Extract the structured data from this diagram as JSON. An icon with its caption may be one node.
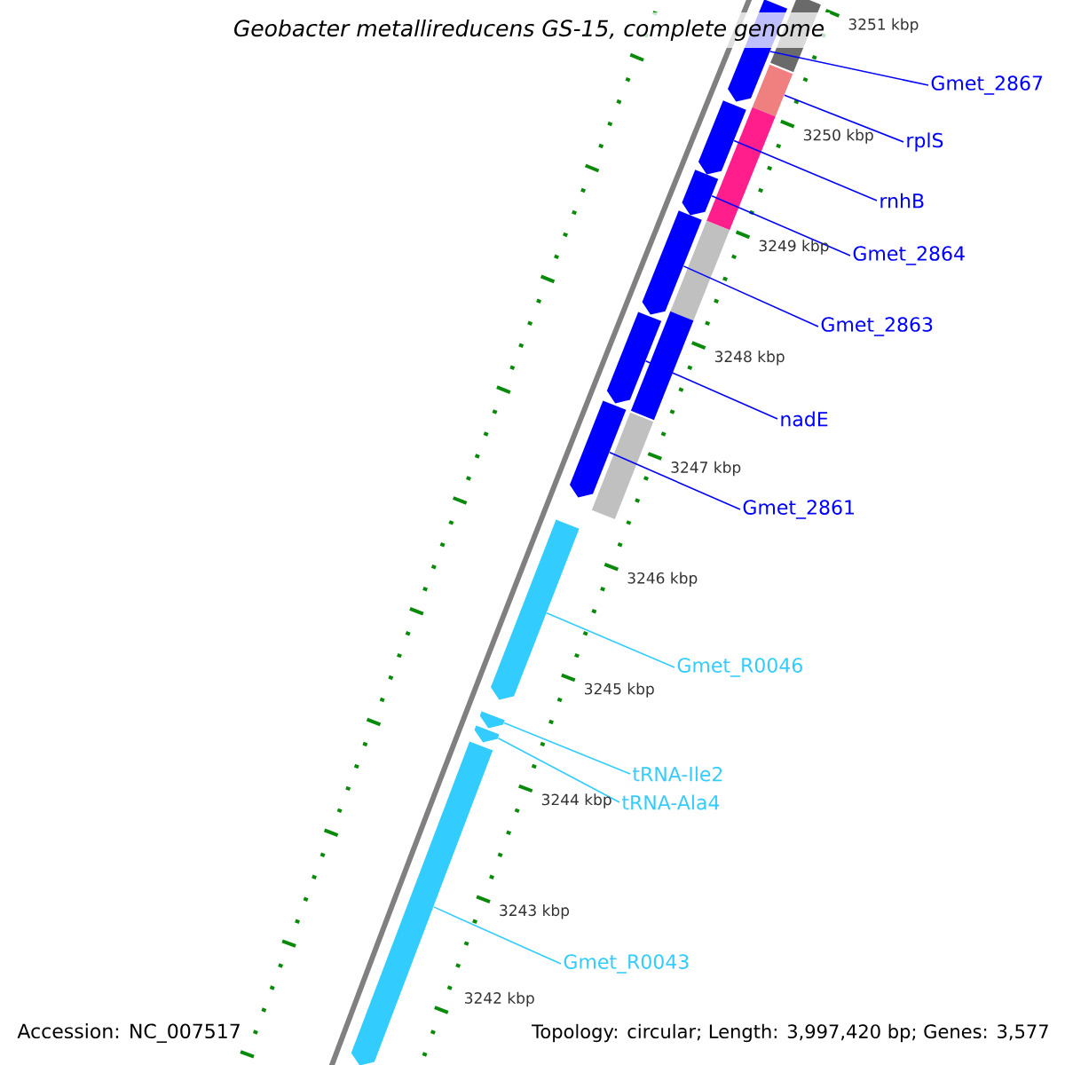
{
  "diagram": {
    "title": "Geobacter metallireducens GS-15, complete genome",
    "nodes": [
      {
        "text": [],
        "shape": "pointed-bar"
      },
      {
        "text": [],
        "shape": "bar"
      },
      {
        "text": [],
        "shape": "bar"
      },
      {
        "text": [],
        "shape": "pointed-bar"
      },
      {
        "text": [],
        "shape": "bar"
      },
      {
        "text": [],
        "shape": "pointed-bar"
      },
      {
        "text": [],
        "shape": "pointed-bar"
      },
      {
        "text": [],
        "shape": "bar"
      },
      {
        "text": [],
        "shape": "pointed-bar"
      },
      {
        "text": [],
        "shape": "bar"
      },
      {
        "text": [],
        "shape": "pointed-bar"
      },
      {
        "text": [],
        "shape": "bar"
      },
      {
        "text": [],
        "shape": "pointed-bar"
      },
      {
        "text": [],
        "shape": "pointed-bar"
      },
      {
        "text": [],
        "shape": "pointed-bar"
      },
      {
        "text": [],
        "shape": "pointed-bar"
      },
      {
        "text": [
          "Gmet_2867"
        ]
      },
      {
        "text": [
          "rplS"
        ]
      },
      {
        "text": [
          "rnhB"
        ]
      },
      {
        "text": [
          "Gmet_2864"
        ]
      },
      {
        "text": [
          "Gmet_2863"
        ]
      },
      {
        "text": [
          "nadE"
        ]
      },
      {
        "text": [
          "Gmet_2861"
        ]
      },
      {
        "text": [
          "Gmet_R0046"
        ]
      },
      {
        "text": [
          "tRNA-Ile2"
        ]
      },
      {
        "text": [
          "tRNA-Ala4"
        ]
      },
      {
        "text": [
          "Gmet_R0043"
        ]
      }
    ],
    "edges": [
      {
        "from": 16,
        "to": 0,
        "arrow": "none"
      },
      {
        "from": 17,
        "to": 2,
        "arrow": "none"
      },
      {
        "from": 18,
        "to": 3,
        "arrow": "none"
      },
      {
        "from": 19,
        "to": 5,
        "arrow": "none"
      },
      {
        "from": 20,
        "to": 6,
        "arrow": "none"
      },
      {
        "from": 21,
        "to": 8,
        "arrow": "none"
      },
      {
        "from": 22,
        "to": 10,
        "arrow": "none"
      },
      {
        "from": 23,
        "to": 12,
        "arrow": "none",
        "color": "#33ccff"
      },
      {
        "from": 24,
        "to": 13,
        "arrow": "none",
        "color": "#33ccff"
      },
      {
        "from": 25,
        "to": 14,
        "arrow": "none",
        "color": "#33ccff"
      },
      {
        "from": 26,
        "to": 15,
        "arrow": "none",
        "color": "#33ccff"
      }
    ],
    "labels": [
      "3251 kbp",
      "3250 kbp",
      "3249 kbp",
      "3248 kbp",
      "3247 kbp",
      "3246 kbp",
      "3245 kbp",
      "3244 kbp",
      "3243 kbp",
      "3242 kbp",
      "Accession: NC_007517",
      "Topology: circular; Length: 3,997,420 bp; Genes: 3,577"
    ]
  }
}
